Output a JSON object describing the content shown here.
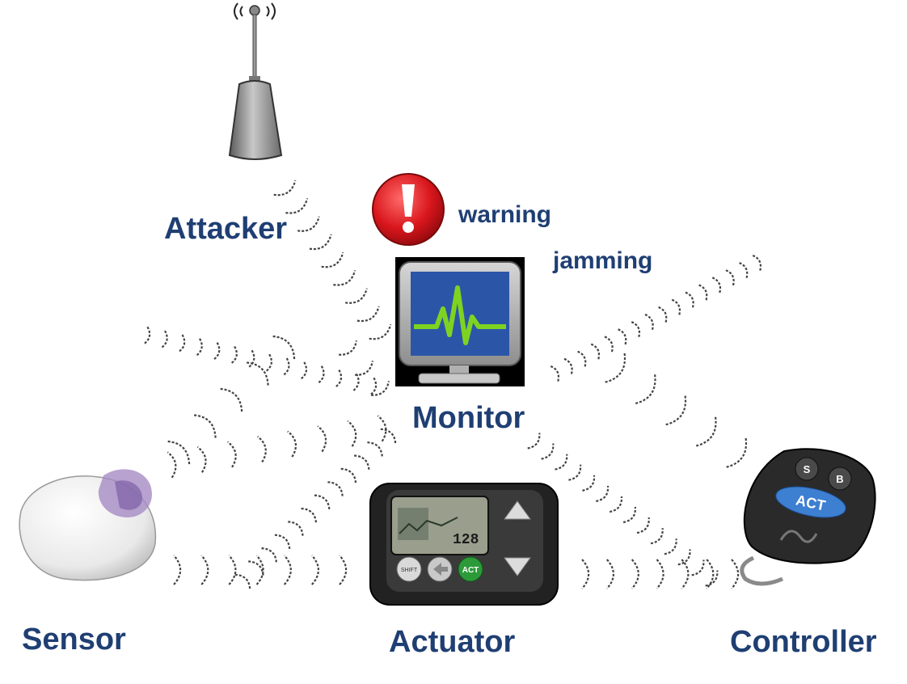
{
  "labels": {
    "attacker": "Attacker",
    "warning": "warning",
    "jamming": "jamming",
    "monitor": "Monitor",
    "sensor": "Sensor",
    "actuator": "Actuator",
    "controller": "Controller"
  },
  "devices": {
    "pump_screen_value": "128",
    "pump_buttons": [
      "SHIFT",
      "ACT"
    ],
    "fob_buttons": [
      "S",
      "B",
      "ACT"
    ]
  },
  "colors": {
    "label_text": "#1f3f73",
    "warning_red": "#d8161c",
    "monitor_screen": "#2b56a8",
    "monitor_trace": "#7ed321",
    "wave": "#444444"
  },
  "icons": [
    "antenna-tower-icon",
    "warning-icon",
    "monitor-icon",
    "sensor-icon",
    "insulin-pump-icon",
    "remote-fob-icon"
  ]
}
